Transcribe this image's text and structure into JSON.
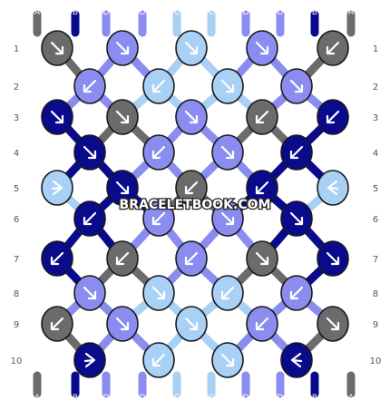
{
  "watermark": "BRACELETBOOK.COM",
  "strand_letters": [
    "A",
    "B",
    "D",
    "D",
    "C",
    "C",
    "D",
    "D",
    "B",
    "A"
  ],
  "row_numbers": [
    "1",
    "2",
    "3",
    "4",
    "5",
    "6",
    "7",
    "8",
    "9",
    "10"
  ],
  "colors": {
    "A": "#6b6b6b",
    "B": "#0a0a8c",
    "C": "#a9d0f5",
    "D": "#8a8cf0"
  },
  "knots": [
    [
      {
        "c": "A",
        "d": "br"
      },
      {
        "c": "D",
        "d": "br"
      },
      {
        "c": "C",
        "d": "br"
      },
      {
        "c": "D",
        "d": "br"
      },
      {
        "c": "A",
        "d": "bl"
      }
    ],
    [
      {
        "c": "D",
        "d": "bl"
      },
      {
        "c": "C",
        "d": "bl"
      },
      {
        "c": "C",
        "d": "br"
      },
      {
        "c": "D",
        "d": "br"
      }
    ],
    [
      {
        "c": "B",
        "d": "br"
      },
      {
        "c": "A",
        "d": "br"
      },
      {
        "c": "D",
        "d": "br"
      },
      {
        "c": "A",
        "d": "bl"
      },
      {
        "c": "B",
        "d": "bl"
      }
    ],
    [
      {
        "c": "B",
        "d": "br"
      },
      {
        "c": "D",
        "d": "bl"
      },
      {
        "c": "D",
        "d": "br"
      },
      {
        "c": "B",
        "d": "bl"
      }
    ],
    [
      {
        "c": "C",
        "d": "fr"
      },
      {
        "c": "B",
        "d": "br"
      },
      {
        "c": "A",
        "d": "bl"
      },
      {
        "c": "B",
        "d": "bl"
      },
      {
        "c": "C",
        "d": "fl"
      }
    ],
    [
      {
        "c": "B",
        "d": "bl"
      },
      {
        "c": "D",
        "d": "bl"
      },
      {
        "c": "D",
        "d": "br"
      },
      {
        "c": "B",
        "d": "br"
      }
    ],
    [
      {
        "c": "B",
        "d": "bl"
      },
      {
        "c": "A",
        "d": "bl"
      },
      {
        "c": "D",
        "d": "bl"
      },
      {
        "c": "A",
        "d": "br"
      },
      {
        "c": "B",
        "d": "br"
      }
    ],
    [
      {
        "c": "D",
        "d": "br"
      },
      {
        "c": "C",
        "d": "br"
      },
      {
        "c": "C",
        "d": "bl"
      },
      {
        "c": "D",
        "d": "bl"
      }
    ],
    [
      {
        "c": "A",
        "d": "bl"
      },
      {
        "c": "D",
        "d": "br"
      },
      {
        "c": "C",
        "d": "br"
      },
      {
        "c": "D",
        "d": "bl"
      },
      {
        "c": "A",
        "d": "br"
      }
    ],
    [
      {
        "c": "B",
        "d": "fr"
      },
      {
        "c": "C",
        "d": "bl"
      },
      {
        "c": "C",
        "d": "br"
      },
      {
        "c": "B",
        "d": "fl"
      }
    ]
  ]
}
